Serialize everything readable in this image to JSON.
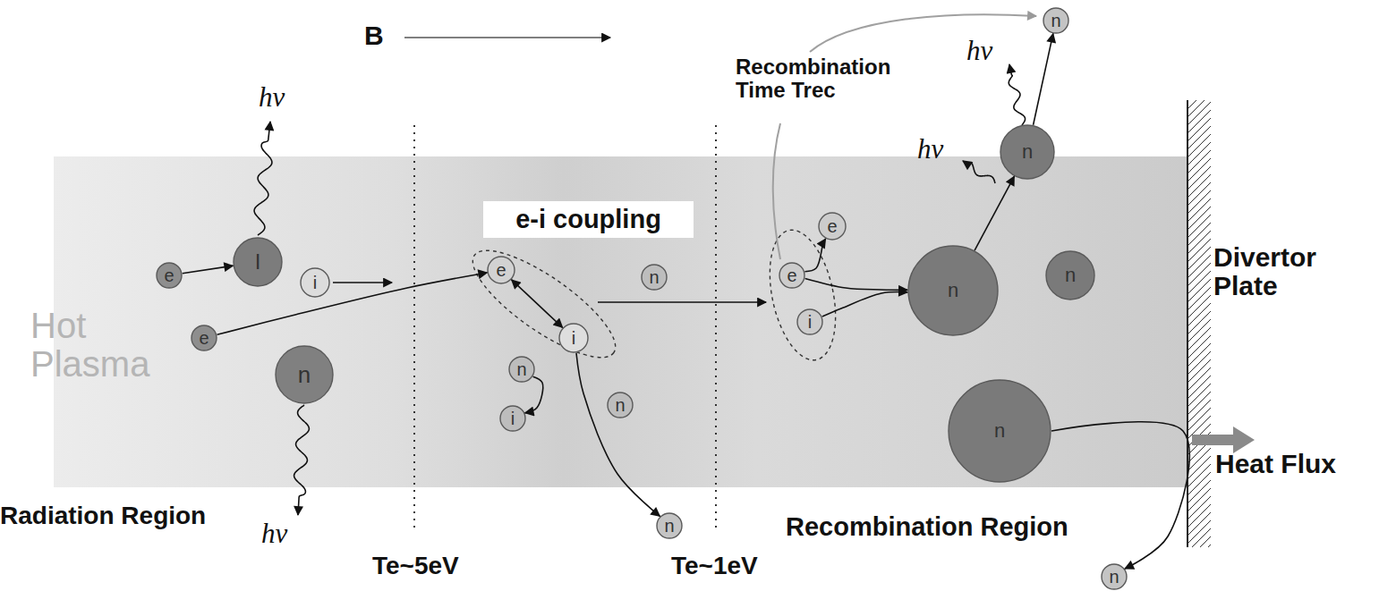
{
  "diagram": {
    "nodes": [
      {
        "text": [
          "e"
        ]
      },
      {
        "text": [
          "I"
        ]
      },
      {
        "text": [
          "i"
        ]
      },
      {
        "text": [
          "e"
        ]
      },
      {
        "text": [
          "n"
        ]
      },
      {
        "text": [
          "e-i coupling"
        ]
      },
      {
        "text": [
          "e"
        ]
      },
      {
        "text": [
          "i"
        ]
      },
      {
        "text": [
          "n"
        ]
      },
      {
        "text": [
          "n"
        ]
      },
      {
        "text": [
          "i"
        ]
      },
      {
        "text": [
          "n"
        ]
      },
      {
        "text": [
          "n"
        ]
      },
      {
        "text": [
          "n"
        ]
      },
      {
        "text": [
          "n"
        ]
      },
      {
        "text": [
          "e"
        ]
      },
      {
        "text": [
          "e"
        ]
      },
      {
        "text": [
          "i"
        ]
      },
      {
        "text": [
          "n"
        ]
      },
      {
        "text": [
          "n"
        ]
      },
      {
        "text": [
          "n"
        ]
      },
      {
        "text": [
          "n"
        ]
      }
    ],
    "edges": [
      {
        "from": 0,
        "to": 1,
        "arrow": "to"
      },
      {
        "from": 3,
        "to": 6,
        "arrow": "to"
      },
      {
        "from": 6,
        "to": 7,
        "arrow": "both"
      },
      {
        "from": 8,
        "to": 10,
        "arrow": "to"
      },
      {
        "from": 7,
        "to": 12,
        "arrow": "to"
      },
      {
        "from": 16,
        "to": 15,
        "arrow": "to"
      },
      {
        "from": 16,
        "to": 18,
        "arrow": "to"
      },
      {
        "from": 17,
        "to": 18,
        "arrow": "to"
      },
      {
        "from": 18,
        "to": 14,
        "arrow": "to"
      },
      {
        "from": 14,
        "to": 13,
        "arrow": "to"
      },
      {
        "from": 20,
        "to": 21,
        "arrow": "to"
      }
    ],
    "labels": [
      "B",
      "hν",
      "hν",
      "hν",
      "Recombination Time Trec",
      "Hot Plasma",
      "Divertor Plate",
      "Heat Flux",
      "Radiation Region",
      "hν",
      "Recombination Region",
      "Te~5eV",
      "Te~1eV"
    ]
  }
}
